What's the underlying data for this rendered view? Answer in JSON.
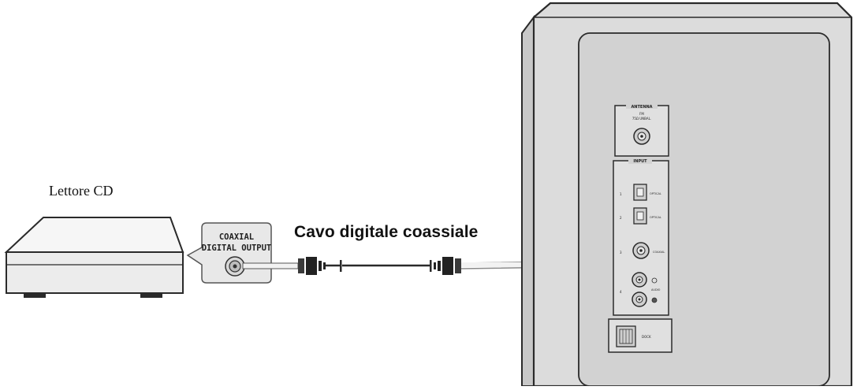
{
  "cd_player": {
    "label": "Lettore CD",
    "jack_label_line1": "COAXIAL",
    "jack_label_line2": "DIGITAL OUTPUT"
  },
  "cable": {
    "label": "Cavo digitale coassiale"
  },
  "receiver": {
    "antenna_title": "ANTENNA",
    "antenna_sub1": "FM",
    "antenna_sub2": "75Ω UNBAL.",
    "input_title": "INPUT",
    "inputs": [
      {
        "num": "1",
        "name": "OPTICAL"
      },
      {
        "num": "2",
        "name": "OPTICAL"
      },
      {
        "num": "3",
        "name": "COAXIAL"
      },
      {
        "num": "4",
        "name": "AUDIO"
      }
    ],
    "dock_label": "DOCK"
  },
  "colors": {
    "line": "#2a2a2a",
    "panel": "#dcdcdc",
    "panel_inner": "#d2d2d2",
    "device_front": "#ececec",
    "cable_stroke": "#9a9a9a"
  }
}
